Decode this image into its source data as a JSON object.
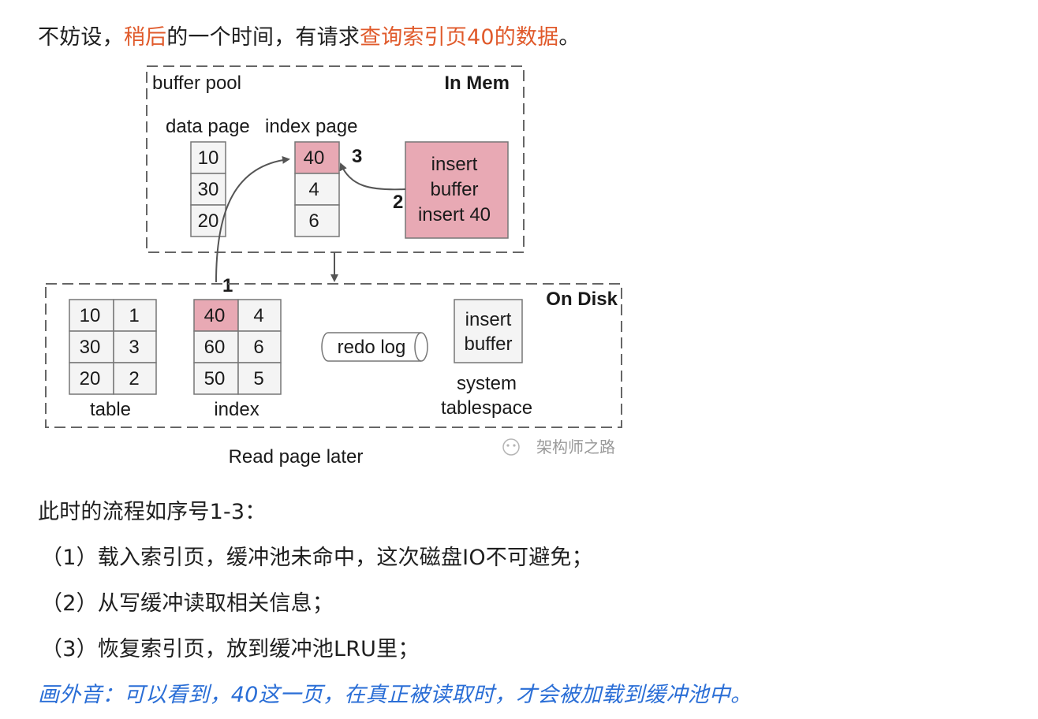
{
  "intro": {
    "part1": "不妨设，",
    "part2": "稍后",
    "part3": "的一个时间，有请求",
    "part4": "查询索引页40的数据",
    "part5": "。"
  },
  "diagram": {
    "mem_box_label": "buffer pool",
    "mem_box_tag": "In Mem",
    "data_page_label": "data page",
    "index_page_label": "index page",
    "mem_data_page": [
      "10",
      "30",
      "20"
    ],
    "mem_index_page": [
      "40",
      "4",
      "6"
    ],
    "insert_buffer_lines": [
      "insert",
      "buffer",
      "insert 40"
    ],
    "arrow_labels": [
      "1",
      "2",
      "3"
    ],
    "disk_box_tag": "On Disk",
    "table_rows": [
      [
        "10",
        "1"
      ],
      [
        "30",
        "3"
      ],
      [
        "20",
        "2"
      ]
    ],
    "table_label": "table",
    "index_rows": [
      [
        "40",
        "4"
      ],
      [
        "60",
        "6"
      ],
      [
        "50",
        "5"
      ]
    ],
    "index_label": "index",
    "redo_log": "redo log",
    "sys_insert_buffer_lines": [
      "insert",
      "buffer"
    ],
    "system_tablespace_lines": [
      "system",
      "tablespace"
    ],
    "caption": "Read page later",
    "watermark": "架构师之路",
    "highlight_color": "#e8a9b4"
  },
  "flow_title": "此时的流程如序号1-3：",
  "steps": [
    "（1）载入索引页，缓冲池未命中，这次磁盘IO不可避免；",
    "（2）从写缓冲读取相关信息；",
    "（3）恢复索引页，放到缓冲池LRU里；"
  ],
  "aside": "画外音：可以看到，40这一页，在真正被读取时，才会被加载到缓冲池中。",
  "colors": {
    "highlight_text": "#e05a2b",
    "aside_text": "#2a6ed6",
    "pink_fill": "#e8a9b4"
  }
}
